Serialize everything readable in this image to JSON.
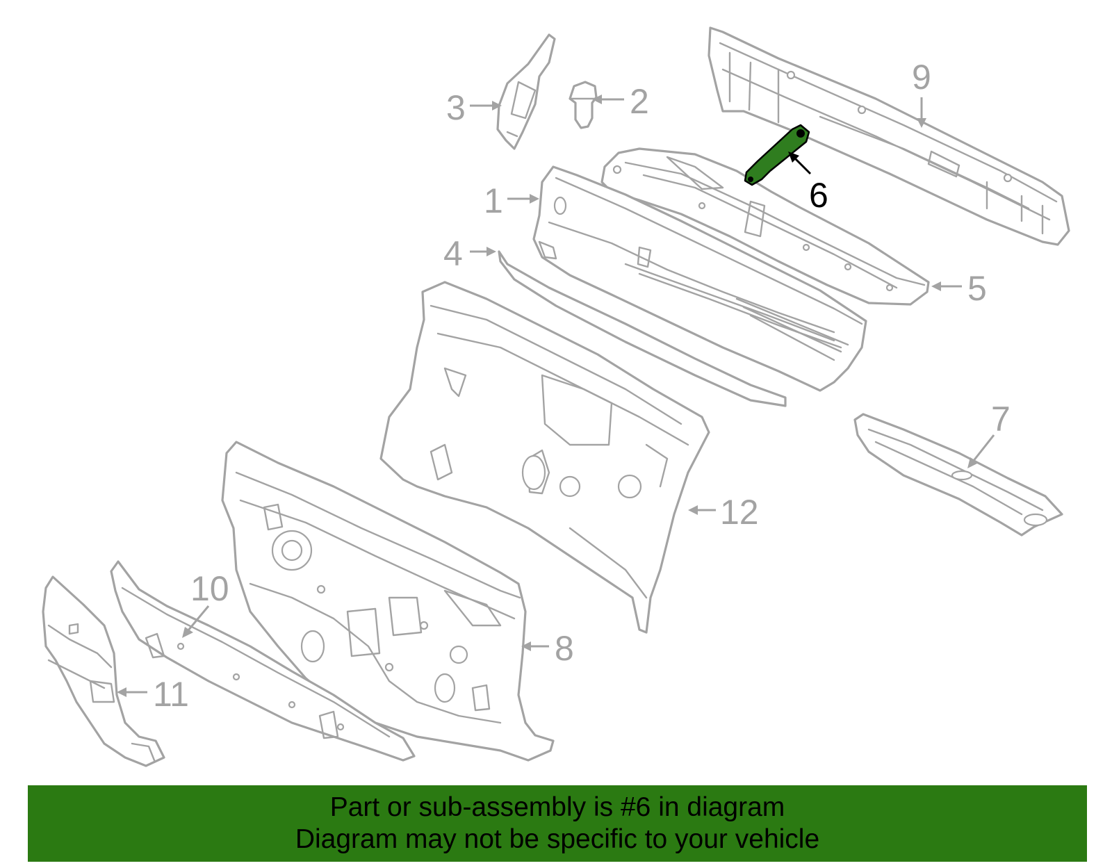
{
  "colors": {
    "part_outline": "#a3a3a3",
    "highlight_fill": "#2f7d1f",
    "banner_background": "#2b7a12",
    "banner_text": "#000000"
  },
  "diagram": {
    "highlighted_callout": "6",
    "callouts": [
      {
        "id": "c1",
        "label": "1"
      },
      {
        "id": "c2",
        "label": "2"
      },
      {
        "id": "c3",
        "label": "3"
      },
      {
        "id": "c4",
        "label": "4"
      },
      {
        "id": "c5",
        "label": "5"
      },
      {
        "id": "c6",
        "label": "6"
      },
      {
        "id": "c7",
        "label": "7"
      },
      {
        "id": "c8",
        "label": "8"
      },
      {
        "id": "c9",
        "label": "9"
      },
      {
        "id": "c10",
        "label": "10"
      },
      {
        "id": "c11",
        "label": "11"
      },
      {
        "id": "c12",
        "label": "12"
      }
    ]
  },
  "banner": {
    "line1": "Part or sub-assembly is #6 in diagram",
    "line2": "Diagram may not be specific to your vehicle"
  }
}
